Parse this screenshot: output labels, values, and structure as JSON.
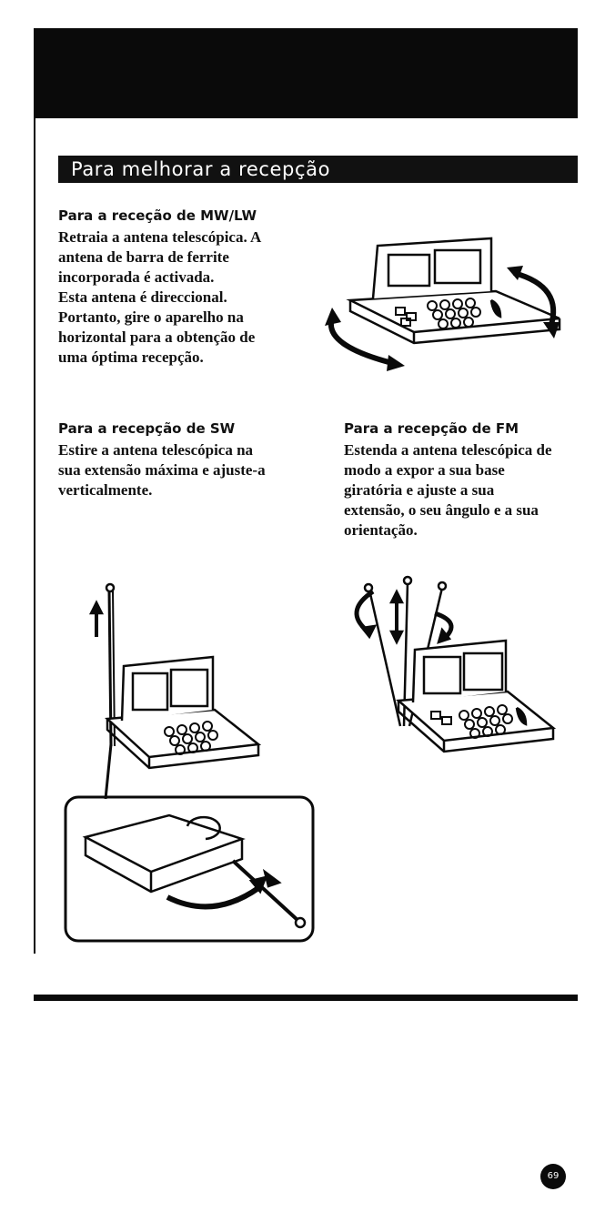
{
  "section": {
    "title": "Para melhorar a recepção"
  },
  "mwlw": {
    "heading": "Para a receção de MW/LW",
    "lines": [
      "Retraia a antena telescópica.  A",
      "antena de barra de ferrite",
      "incorporada é activada.",
      "Esta antena é direccional.",
      "Portanto, gire o aparelho na",
      "horizontal para a obtenção de",
      "uma óptima recepção."
    ]
  },
  "sw": {
    "heading": "Para a recepção de SW",
    "lines": [
      "Estire a antena telescópica na",
      "sua extensão máxima e ajuste-a",
      "verticalmente."
    ]
  },
  "fm": {
    "heading": "Para a recepção de FM",
    "lines": [
      "Estenda a antena telescópica de",
      "modo a expor a sua base",
      "giratória e ajuste a sua",
      "extensão, o seu ângulo e a sua",
      "orientação."
    ]
  },
  "page": {
    "number": "69"
  },
  "icons": {
    "radio_illustration": "radio-illustration",
    "rotation_arrow": "rotation-arrow-icon",
    "antenna": "telescopic-antenna"
  },
  "colors": {
    "ink": "#0a0a0a",
    "paper": "#ffffff"
  }
}
